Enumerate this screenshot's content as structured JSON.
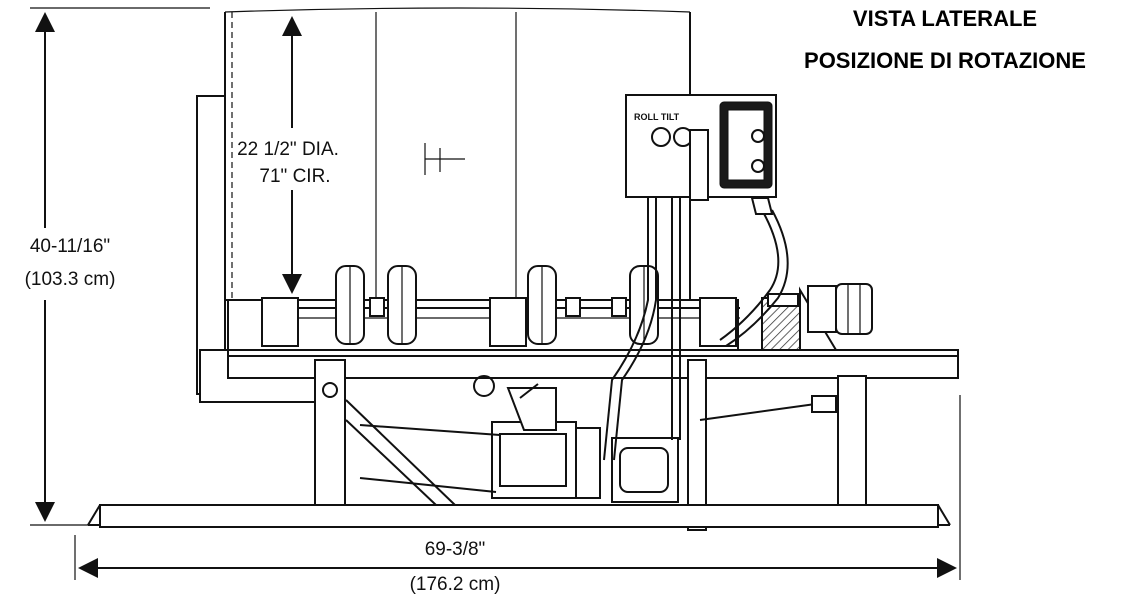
{
  "title": {
    "line1": "VISTA LATERALE",
    "line2": "POSIZIONE DI ROTAZIONE"
  },
  "dimensions": {
    "height_in": "40-11/16\"",
    "height_cm": "(103.3 cm)",
    "length_in": "69-3/8\"",
    "length_cm": "(176.2 cm)",
    "drum_dia": "22 1/2\" DIA.",
    "drum_cir": "71\" CIR."
  },
  "control_panel": {
    "label": "ROLL  TILT"
  },
  "colors": {
    "ink": "#111111",
    "paper": "#ffffff",
    "hatch": "#333333"
  }
}
